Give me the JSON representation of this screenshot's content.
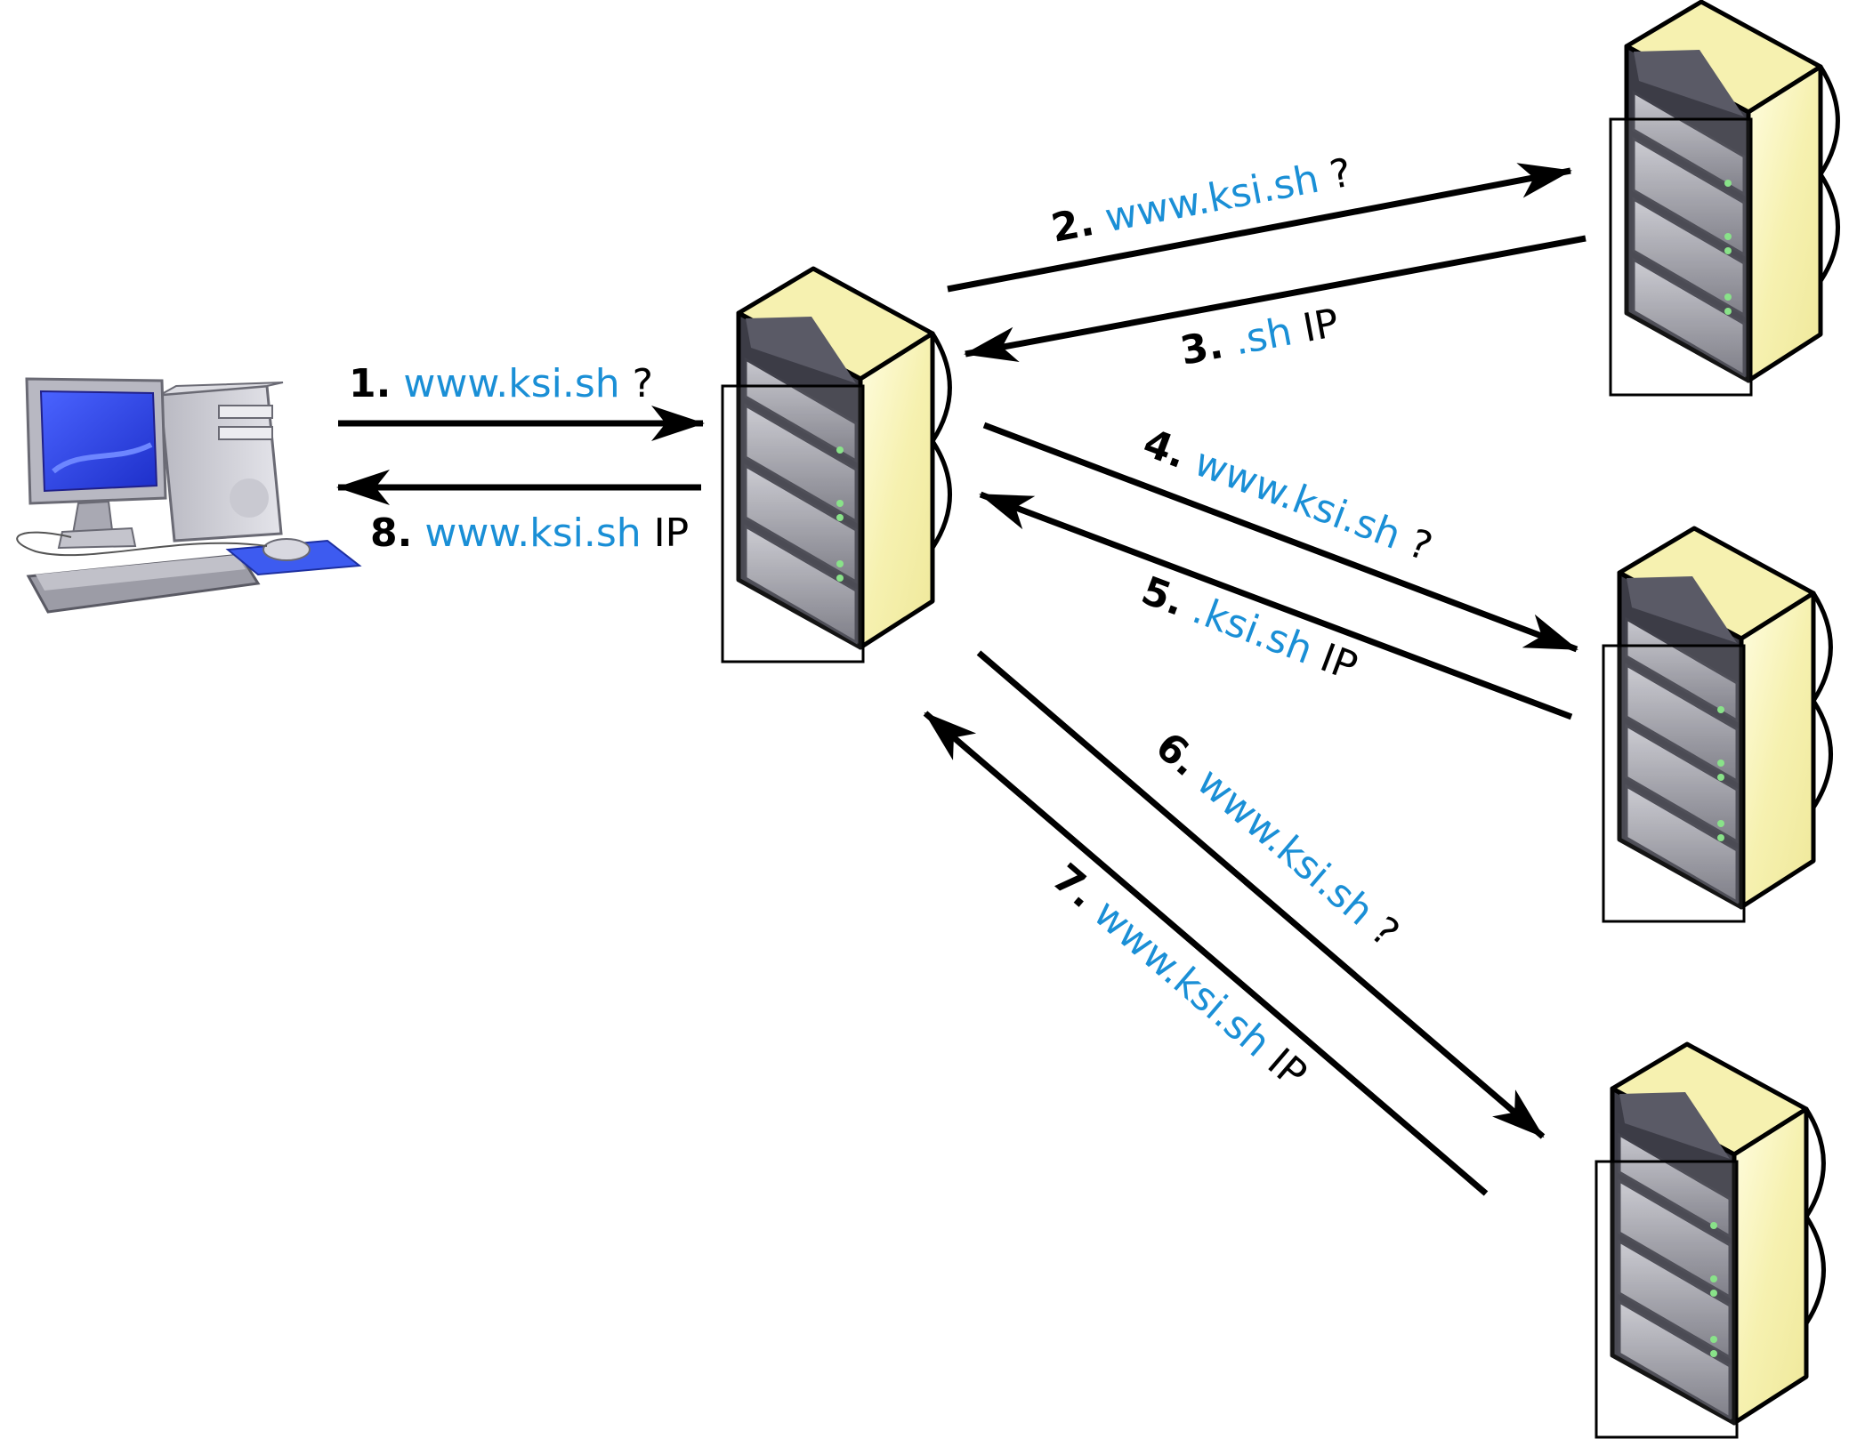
{
  "colors": {
    "domain": "#1a8fd6",
    "text": "#000000",
    "rack_front": "#fbf8c4",
    "rack_metal": "#9a9aa4",
    "led": "#7fe07f",
    "monitor_screen": "#2d46e8"
  },
  "nodes": [
    {
      "id": "client",
      "icon": "desktop-computer-icon"
    },
    {
      "id": "resolver",
      "icon": "server-rack-icon"
    },
    {
      "id": "root",
      "icon": "server-rack-icon"
    },
    {
      "id": "tld",
      "icon": "server-rack-icon"
    },
    {
      "id": "authoritative",
      "icon": "server-rack-icon"
    }
  ],
  "steps": [
    {
      "num": "1.",
      "domain": "www.ksi.sh",
      "suffix": " ?"
    },
    {
      "num": "2.",
      "domain": "www.ksi.sh",
      "suffix": " ?"
    },
    {
      "num": "3.",
      "domain": ".sh",
      "suffix": " IP"
    },
    {
      "num": "4.",
      "domain": "www.ksi.sh",
      "suffix": " ?"
    },
    {
      "num": "5.",
      "domain": ".ksi.sh",
      "suffix": " IP"
    },
    {
      "num": "6.",
      "domain": "www.ksi.sh",
      "suffix": " ?"
    },
    {
      "num": "7.",
      "domain": "www.ksi.sh",
      "suffix": " IP"
    },
    {
      "num": "8.",
      "domain": "www.ksi.sh",
      "suffix": " IP"
    }
  ]
}
